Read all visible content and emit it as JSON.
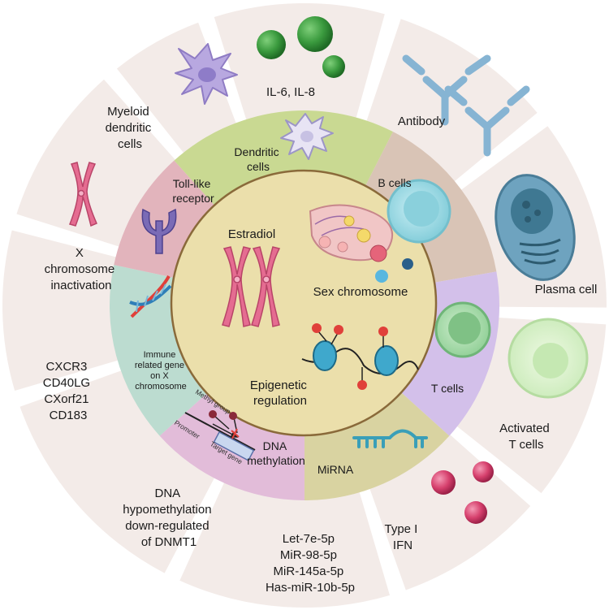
{
  "center": {
    "estradiol": "Estradiol",
    "sex_chromosome": "Sex chromosome",
    "epigenetic": [
      "Epigenetic",
      "regulation"
    ]
  },
  "middle_ring": {
    "dendritic_cells": [
      "Dendritic",
      "cells"
    ],
    "b_cells": [
      "B cells"
    ],
    "t_cells": [
      "T cells"
    ],
    "mirna": [
      "MiRNA"
    ],
    "dna_methylation": [
      "DNA",
      "methylation"
    ],
    "immune_gene": [
      "Immune",
      "related gene",
      "on X",
      "chromosome"
    ],
    "toll_like": [
      "Toll-like",
      "receptor"
    ]
  },
  "methylation_diagram": {
    "methyl_group": "Methyl group",
    "promoter": "Promoter",
    "target_gene": "Target gene"
  },
  "outer_ring": {
    "il": [
      "IL-6, IL-8"
    ],
    "antibody": [
      "Antibody"
    ],
    "plasma_cell": [
      "Plasma cell"
    ],
    "activated_t": [
      "Activated",
      "T cells"
    ],
    "type_i_ifn": [
      "Type I",
      "IFN"
    ],
    "mirs": [
      "Let-7e-5p",
      "MiR-98-5p",
      "MiR-145a-5p",
      "Has-miR-10b-5p"
    ],
    "hypomethylation": [
      "DNA",
      "hypomethylation",
      "down-regulated",
      "of DNMT1"
    ],
    "genes": [
      "CXCR3",
      "CD40LG",
      "CXorf21",
      "CD183"
    ],
    "x_inactivation": [
      "X",
      "chromosome",
      "inactivation"
    ],
    "myeloid": [
      "Myeloid",
      "dendritic",
      "cells"
    ]
  },
  "colors": {
    "outer_segment": "#f3ebe8",
    "center": "#ebdfab",
    "center_border": "#8a6a3a",
    "dendritic": "#c9d992",
    "b_cells": "#d9c4b6",
    "t_cells": "#d3c0ea",
    "mirna": "#d9d3a1",
    "dna_methylation": "#e2bcd9",
    "immune_gene": "#bcdcd0",
    "toll_like": "#e2b4bc"
  }
}
